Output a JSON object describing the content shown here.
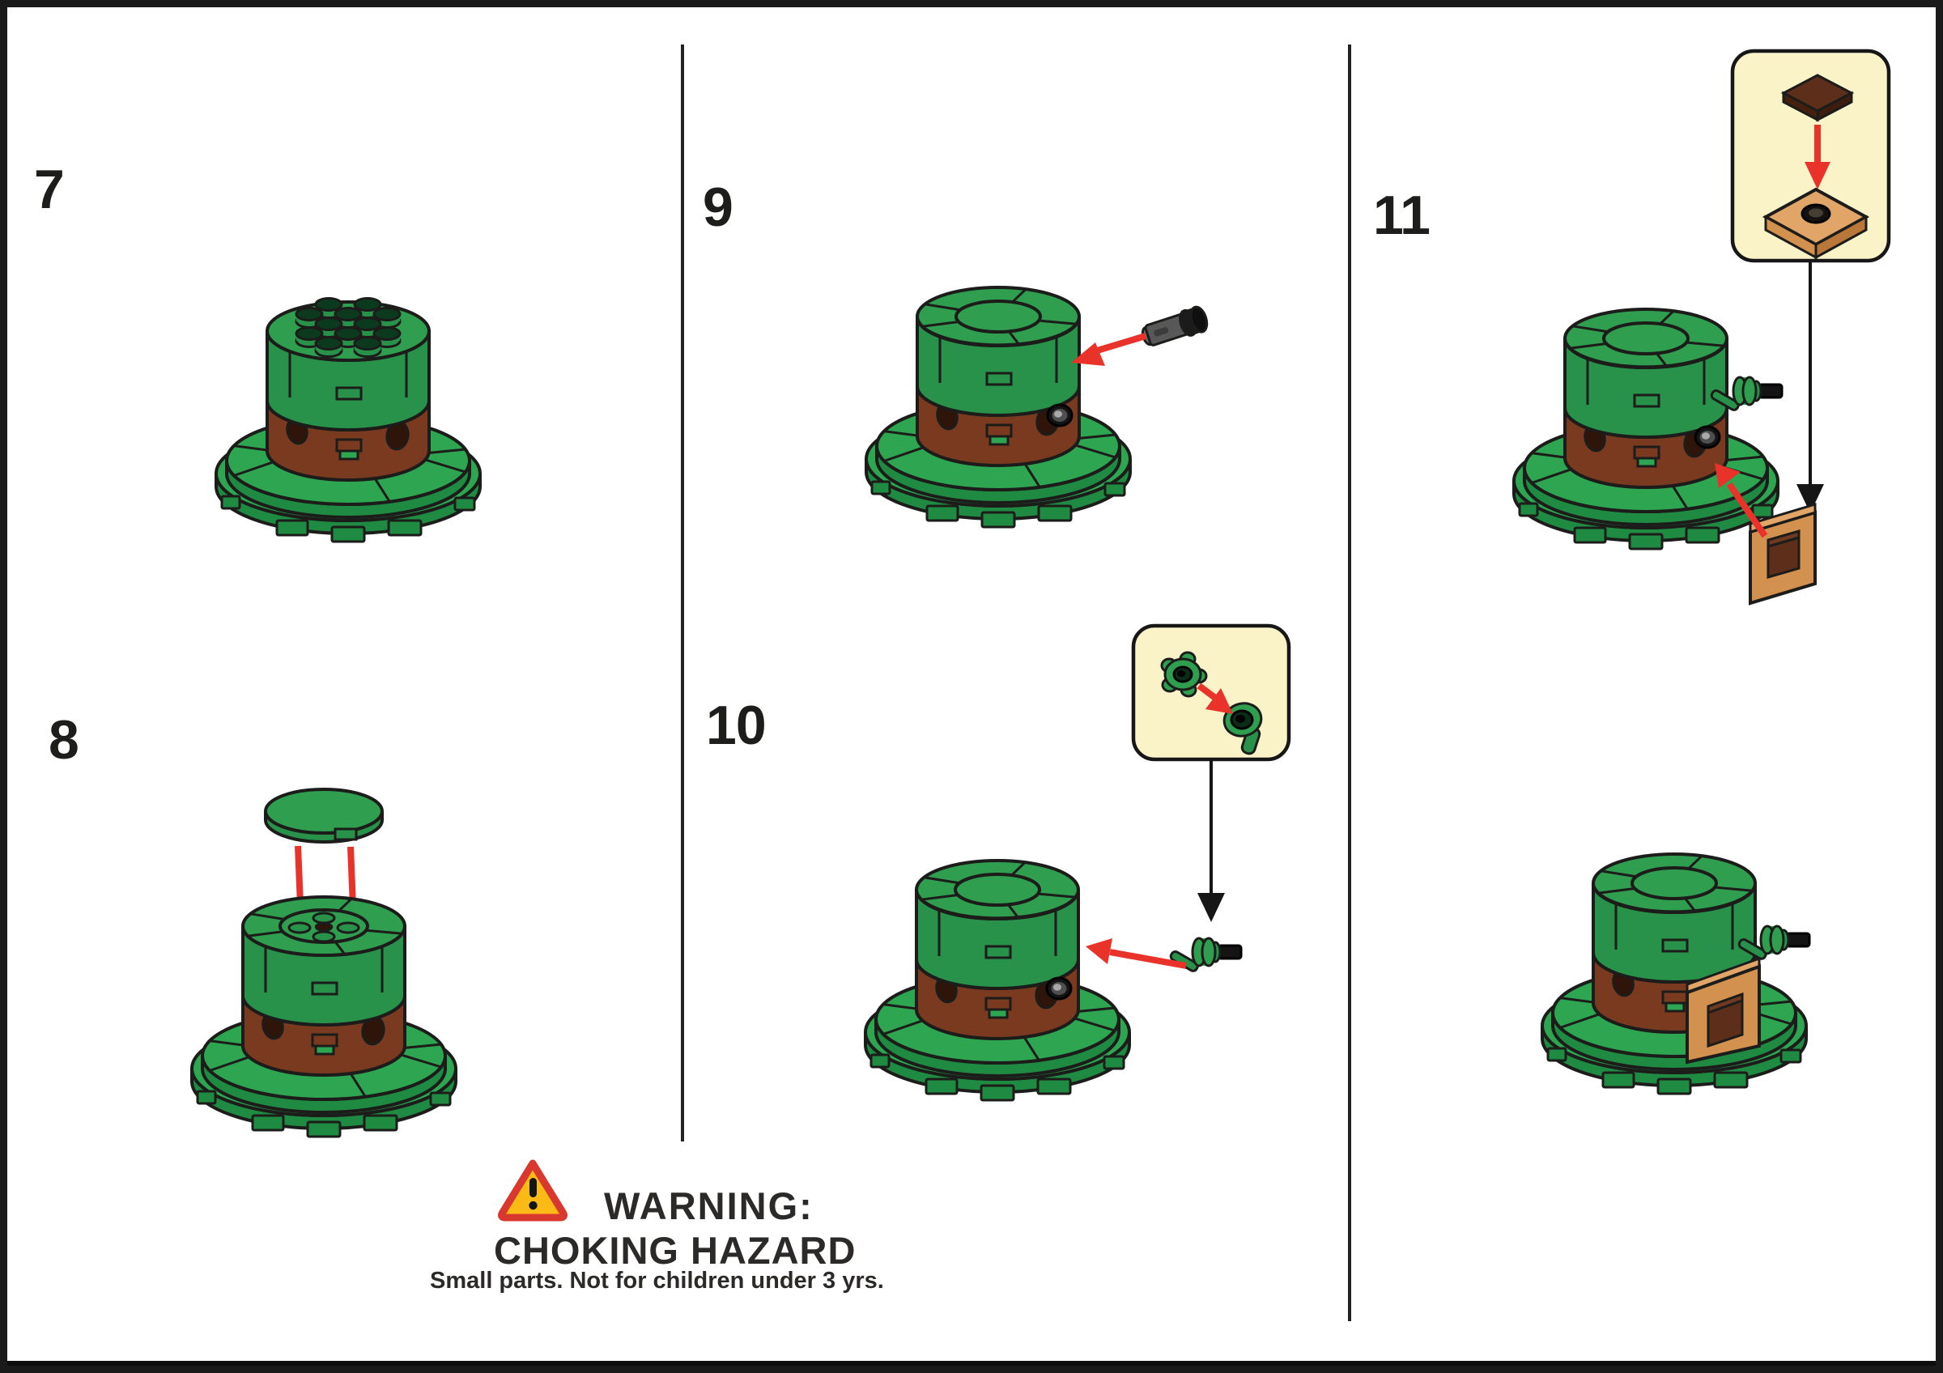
{
  "steps": [
    {
      "label": "7"
    },
    {
      "label": "8"
    },
    {
      "label": "9"
    },
    {
      "label": "10"
    },
    {
      "label": "11"
    }
  ],
  "warning": {
    "title": "WARNING:",
    "heading": "CHOKING HAZARD",
    "note": "Small parts. Not for children under 3 yrs.",
    "icon": "warning-triangle-icon"
  },
  "colors": {
    "ink": "#1c1c1a",
    "green-top": "#2f9e4f",
    "green-side": "#28914a",
    "green-base": "#2da551",
    "green-base-side": "#1f8a41",
    "stud": "#0c3a1e",
    "brown": "#7a3a1f",
    "brown-dark": "#2f1409",
    "tile-brown": "#5d2e1a",
    "tile-brown-dark": "#46200f",
    "tan-top": "#e2a568",
    "tan-side": "#b9773a",
    "tan-front": "#d2914f",
    "cream": "#faf3c8",
    "red": "#e8322a",
    "warn-fill": "#fcba16",
    "warn-border": "#d8382e"
  }
}
